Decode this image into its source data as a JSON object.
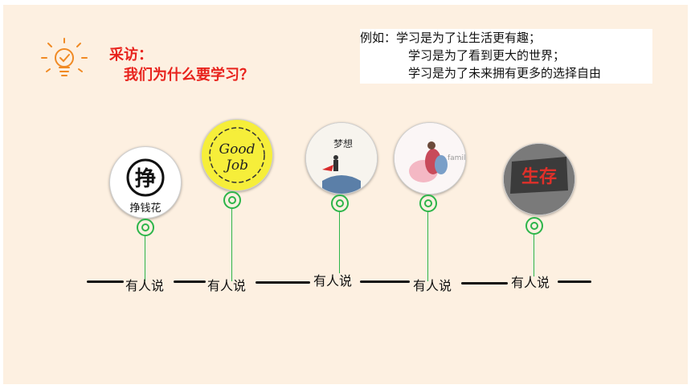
{
  "title": {
    "line1": "采访：",
    "line2": "我们为什么要学习？",
    "icon": "lightbulb-icon",
    "color": "#e8231d"
  },
  "example": {
    "line1": "例如：学习是为了让生活更有趣；",
    "line2": "学习是为了看到更大的世界；",
    "line3": "学习是为了未来拥有更多的选择自由"
  },
  "timeline": {
    "color": "#2db54a",
    "items": [
      {
        "image_text": "挣钱花",
        "logo_char": "挣",
        "label": "有人说"
      },
      {
        "image_text_line1": "Good",
        "image_text_line2": "Job",
        "label": "有人说"
      },
      {
        "image_text": "梦想",
        "label": "有人说"
      },
      {
        "image_text": "family",
        "label": "有人说"
      },
      {
        "image_text": "生存",
        "label": "有人说"
      }
    ]
  }
}
